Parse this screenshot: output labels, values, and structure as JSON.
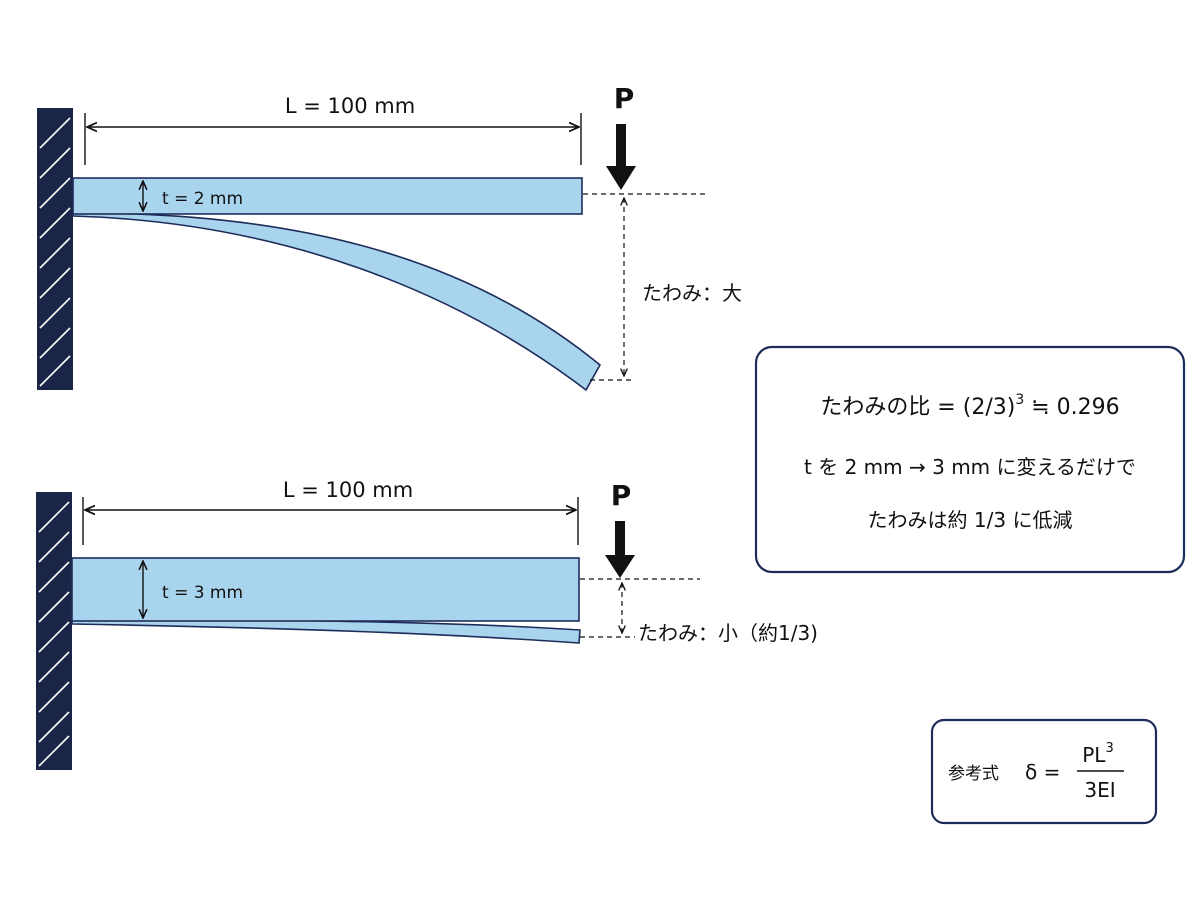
{
  "top_diagram": {
    "length_label": "L = 100 mm",
    "thickness_label": "t = 2 mm",
    "load_label": "P",
    "deflection_label": "たわみ：大"
  },
  "bottom_diagram": {
    "length_label": "L = 100 mm",
    "thickness_label": "t = 3 mm",
    "load_label": "P",
    "deflection_label": "たわみ：小（約1/3)"
  },
  "summary_box": {
    "ratio_prefix": "たわみの比 = (2/3)",
    "ratio_exponent": "3",
    "ratio_suffix": " ≒ 0.296",
    "line2": "t を 2 mm → 3 mm に変えるだけで",
    "line3": "たわみは約 1/3 に低減"
  },
  "formula_box": {
    "prefix": "参考式",
    "lhs": "δ =",
    "numerator_base": "PL",
    "numerator_exponent": "3",
    "denominator": "3EI"
  },
  "colors": {
    "beam_fill": "#a8d4ee",
    "wall_fill": "#1b2547",
    "box_border": "#1e2c5a"
  }
}
